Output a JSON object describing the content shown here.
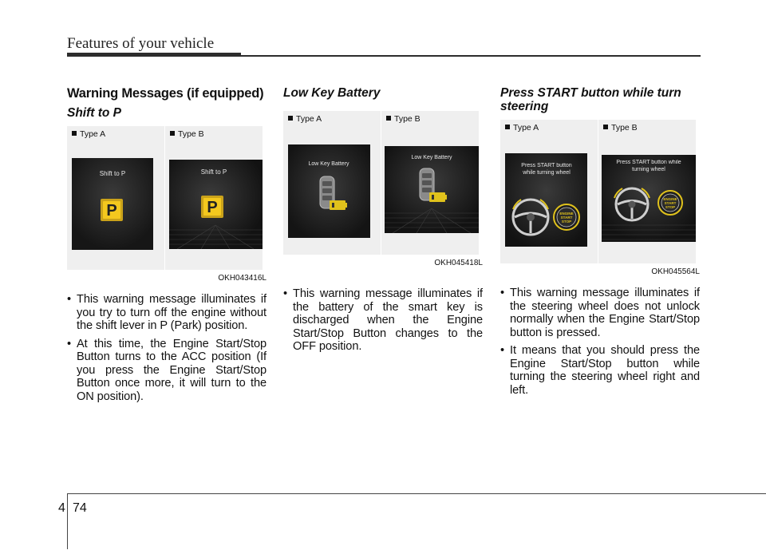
{
  "header": {
    "title": "Features of your vehicle"
  },
  "col1": {
    "section_title": "Warning Messages (if equipped)",
    "sub_title": "Shift to P",
    "figure": {
      "type_a": "Type A",
      "type_b": "Type B",
      "screen_a_text": "Shift to P",
      "screen_b_text": "Shift to P",
      "code": "OKH043416L"
    },
    "bullets": [
      "This warning message illuminates if you try to turn off the engine without the shift lever in P (Park) position.",
      "At this time, the Engine Start/Stop Button turns to the ACC position (If you press the Engine Start/Stop Button once more, it will turn to the ON position)."
    ]
  },
  "col2": {
    "sub_title": "Low Key Battery",
    "figure": {
      "type_a": "Type A",
      "type_b": "Type B",
      "screen_a_text": "Low Key Battery",
      "screen_b_text": "Low Key Battery",
      "code": "OKH045418L"
    },
    "bullets": [
      "This warning message illuminates if the battery of the smart key is discharged when the Engine Start/Stop Button changes to the OFF position."
    ]
  },
  "col3": {
    "sub_title": "Press START button while turn steering",
    "figure": {
      "type_a": "Type A",
      "type_b": "Type B",
      "screen_a_text": "Press START button while turning wheel",
      "screen_b_text": "Press START button while turning wheel",
      "engine_label": "ENGINE START STOP",
      "code": "OKH045564L"
    },
    "bullets": [
      "This warning message illuminates if the steering wheel does not unlock normally when the Engine Start/Stop button is pressed.",
      "It means that you should press the Engine Start/Stop button while turning the steering wheel right and left."
    ]
  },
  "footer": {
    "chapter": "4",
    "page": "74"
  }
}
